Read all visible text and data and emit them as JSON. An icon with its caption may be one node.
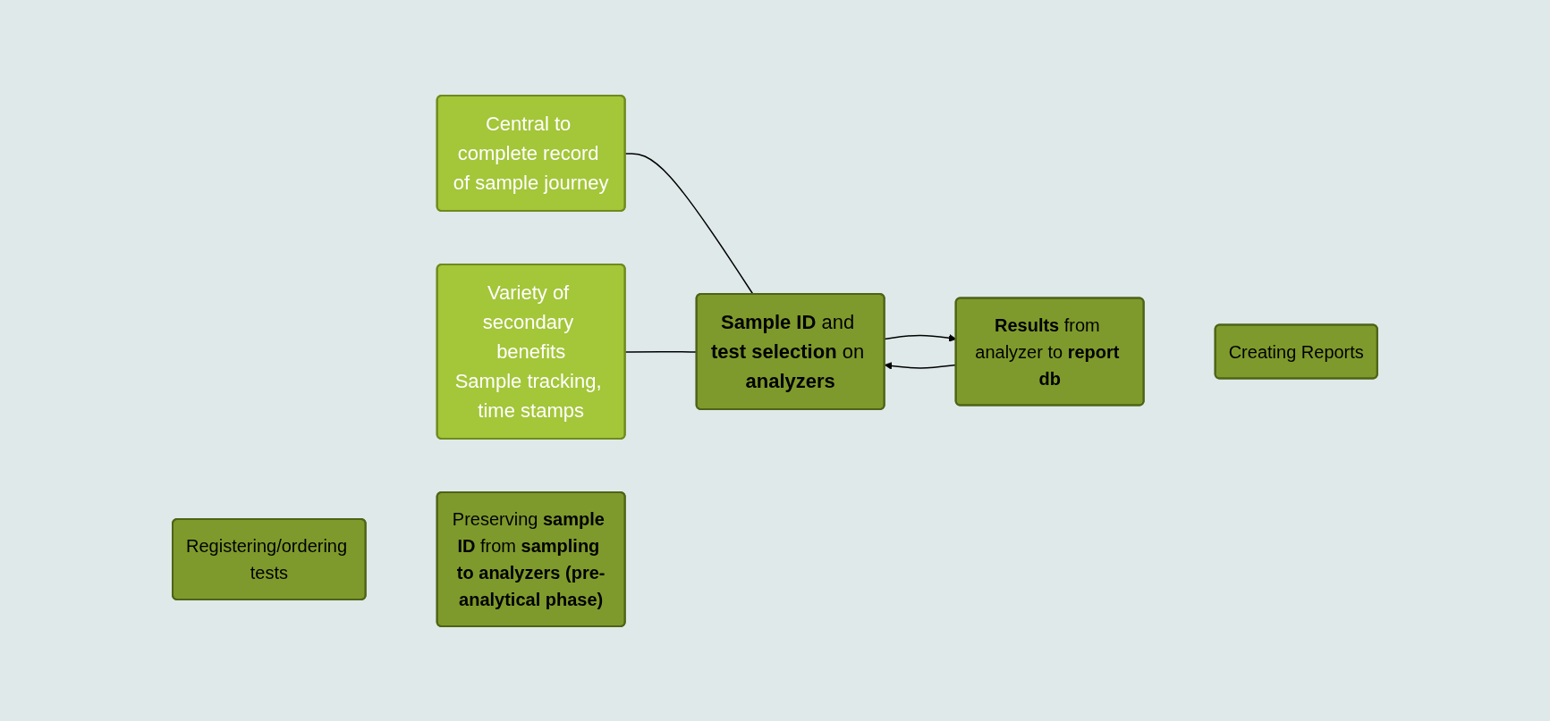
{
  "diagram": {
    "nodes": [
      {
        "text": [
          "Central to complete record of sample journey"
        ]
      },
      {
        "text": [
          "Variety of secondary benefits",
          "Sample tracking, time stamps"
        ]
      },
      {
        "text": [
          "Registering/ordering tests"
        ]
      },
      {
        "text": [
          "Preserving **sample ID** from **sampling to analyzers** **(pre-analytical phase)**"
        ]
      },
      {
        "text": [
          "**Sample ID** and **test selection** on **analyzers**"
        ]
      },
      {
        "text": [
          "**Results** from analyzer to **report db**"
        ]
      },
      {
        "text": [
          "Creating Reports"
        ]
      }
    ],
    "edges": [
      {
        "from": 0,
        "to": 4,
        "arrow": "none"
      },
      {
        "from": 1,
        "to": 4,
        "arrow": "none"
      },
      {
        "from": 4,
        "to": 5,
        "arrow": "to"
      },
      {
        "from": 5,
        "to": 4,
        "arrow": "to"
      }
    ]
  }
}
